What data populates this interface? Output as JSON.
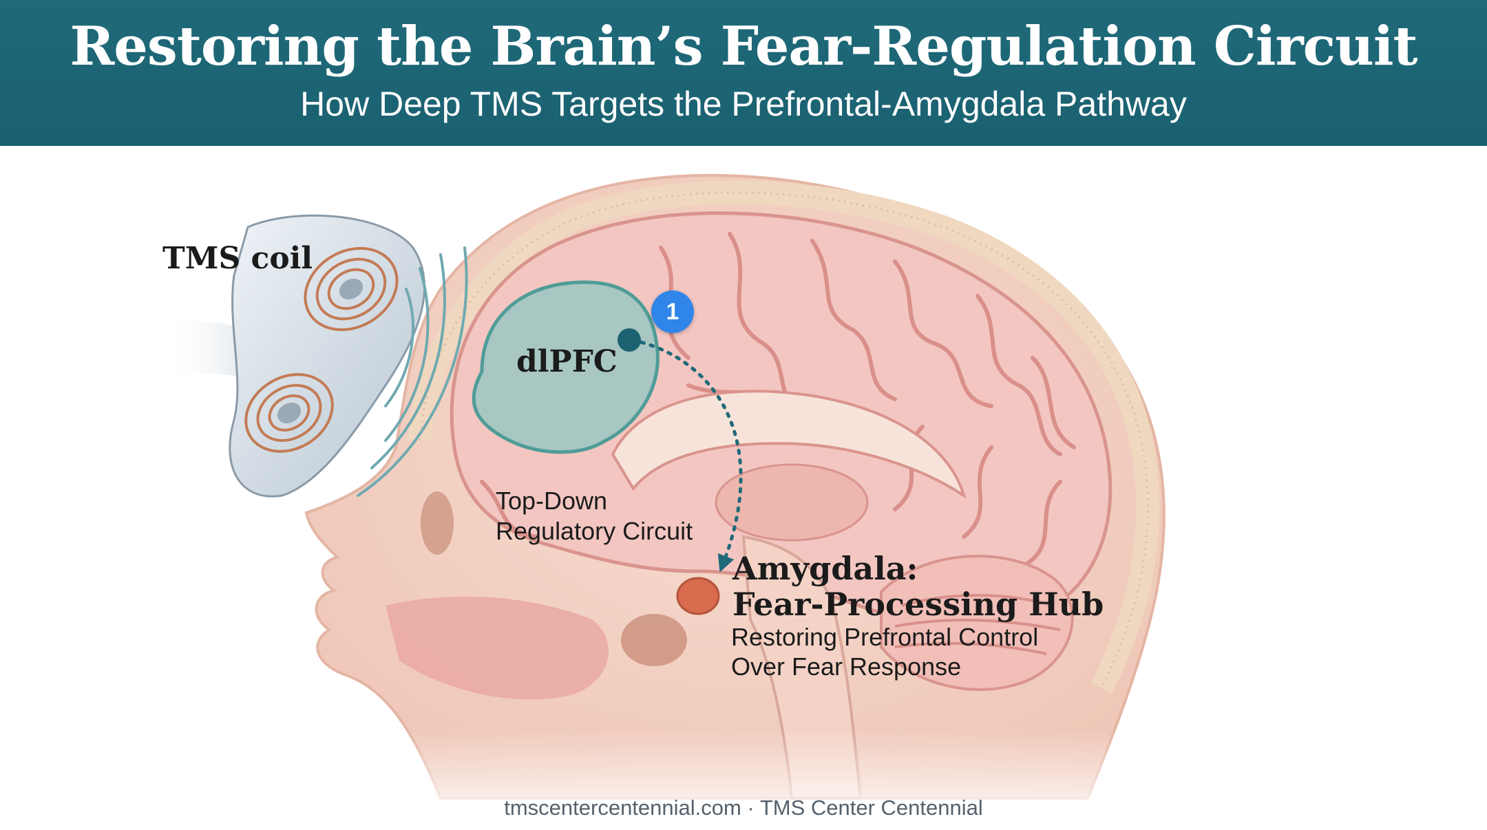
{
  "header": {
    "title": "Restoring the Brain’s Fear-Regulation Circuit",
    "subtitle": "How Deep TMS Targets the Prefrontal-Amygdala Pathway"
  },
  "labels": {
    "coil": "TMS coil",
    "dlpfc": "dlPFC",
    "step_badge": "1",
    "circuit_line1": "Top-Down",
    "circuit_line2": "Regulatory Circuit",
    "amygdala_line1": "Amygdala:",
    "amygdala_line2": "Fear-Processing Hub",
    "desc_line1": "Restoring Prefrontal Control",
    "desc_line2": "Over Fear Response"
  },
  "footer": "tmscentercentennial.com · TMS Center Centennial",
  "colors": {
    "banner": "#1f6a7a",
    "badge": "#2f86e8",
    "dlpfc_fill": "#8fc7c1",
    "amygdala": "#d86a4e",
    "brain": "#f3c6c1",
    "pathway": "#1f6a7a"
  }
}
